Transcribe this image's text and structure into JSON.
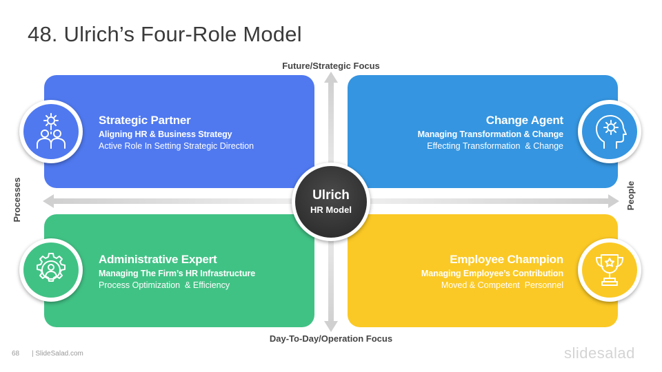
{
  "title": "48. Ulrich’s Four-Role Model",
  "axes": {
    "top": "Future/Strategic Focus",
    "bottom": "Day-To-Day/Operation Focus",
    "left": "Processes",
    "right": "People"
  },
  "center": {
    "line1": "Ulrich",
    "line2": "HR Model"
  },
  "quadrants": {
    "strategic_partner": {
      "heading": "Strategic Partner",
      "subtitle": "Aligning HR & Business Strategy",
      "description": "Active Role In Setting Strategic Direction",
      "color": "#5079f0",
      "icon": "team-gear-icon"
    },
    "change_agent": {
      "heading": "Change Agent",
      "subtitle": "Managing Transformation & Change",
      "description": "Effecting Transformation  & Change",
      "color": "#3595e0",
      "icon": "head-gear-icon"
    },
    "administrative_expert": {
      "heading": "Administrative Expert",
      "subtitle": "Managing The Firm’s HR Infrastructure",
      "description": "Process Optimization  & Efficiency",
      "color": "#41c285",
      "icon": "person-gear-icon"
    },
    "employee_champion": {
      "heading": "Employee Champion",
      "subtitle": "Managing Employee’s Contribution",
      "description": "Moved & Competent  Personnel",
      "color": "#fbc925",
      "icon": "trophy-icon"
    }
  },
  "footer": {
    "page_number": "68",
    "site": "| SlideSalad.com",
    "logo": "slidesalad"
  }
}
